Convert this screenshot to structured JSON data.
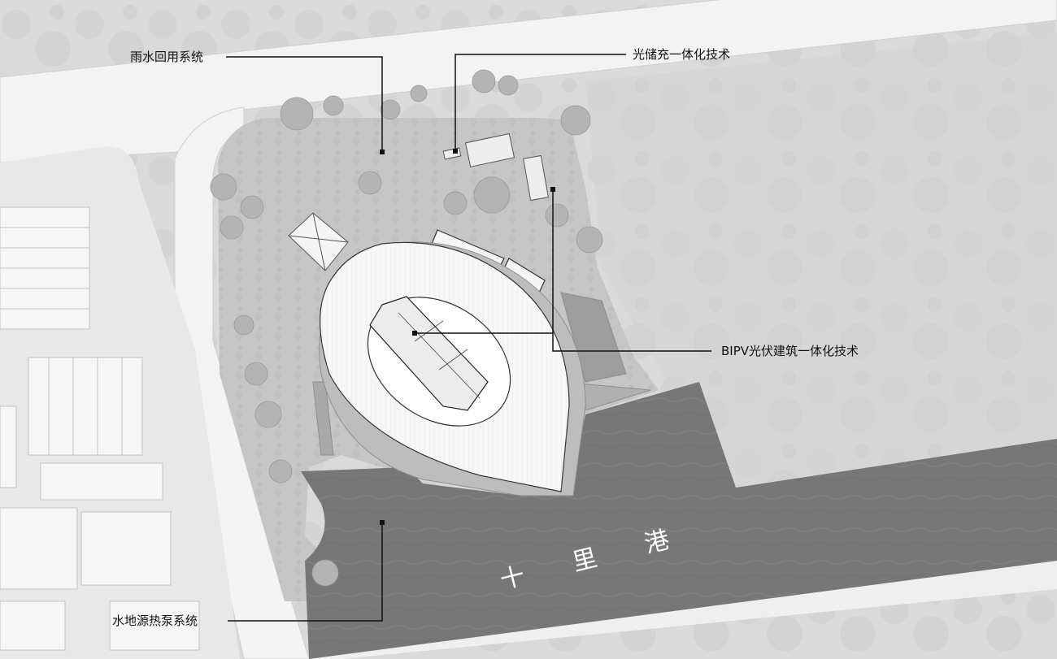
{
  "annotations": {
    "rainwater": "雨水回用系统",
    "storage_charging": "光储充一体化技术",
    "bipv": "BIPV光伏建筑一体化技术",
    "water_source_heat_pump": "水地源热泵系统"
  },
  "map": {
    "river_name": "十 里 港"
  },
  "colors": {
    "terrain": "#d9d9d9",
    "road": "#f4f4f4",
    "water": "#7a7a7a",
    "site": "#c4c4c4",
    "building_roof": "#f7f7f7",
    "leader_line": "#111111"
  }
}
